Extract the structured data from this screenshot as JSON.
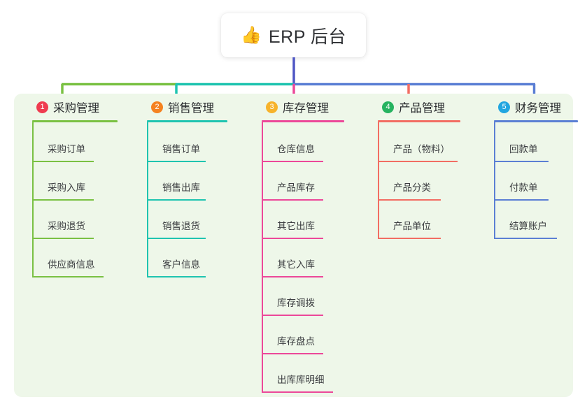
{
  "diagram": {
    "root": {
      "icon": "thumbs-up-icon",
      "emoji": "👍",
      "title": "ERP 后台"
    },
    "panel_color": "#eef7e9",
    "branches": [
      {
        "number": "1",
        "title": "采购管理",
        "badge_color": "#ef3b4f",
        "line_color": "#7ac143",
        "rule_width": 122,
        "items": [
          {
            "label": "采购订单",
            "rule_width": 88
          },
          {
            "label": "采购入库",
            "rule_width": 88
          },
          {
            "label": "采购退货",
            "rule_width": 88
          },
          {
            "label": "供应商信息",
            "rule_width": 102
          }
        ]
      },
      {
        "number": "2",
        "title": "销售管理",
        "badge_color": "#f58220",
        "line_color": "#1fc4b0",
        "rule_width": 115,
        "items": [
          {
            "label": "销售订单",
            "rule_width": 84
          },
          {
            "label": "销售出库",
            "rule_width": 84
          },
          {
            "label": "销售退货",
            "rule_width": 84
          },
          {
            "label": "客户信息",
            "rule_width": 84
          }
        ]
      },
      {
        "number": "3",
        "title": "库存管理",
        "badge_color": "#f7b32b",
        "line_color": "#ec4899",
        "rule_width": 118,
        "items": [
          {
            "label": "仓库信息",
            "rule_width": 88
          },
          {
            "label": "产品库存",
            "rule_width": 88
          },
          {
            "label": "其它出库",
            "rule_width": 88
          },
          {
            "label": "其它入库",
            "rule_width": 88
          },
          {
            "label": "库存调拨",
            "rule_width": 88
          },
          {
            "label": "库存盘点",
            "rule_width": 88
          },
          {
            "label": "出库库明细",
            "rule_width": 102
          }
        ]
      },
      {
        "number": "4",
        "title": "产品管理",
        "badge_color": "#26b360",
        "line_color": "#f26d63",
        "rule_width": 118,
        "items": [
          {
            "label": "产品（物料）",
            "rule_width": 114
          },
          {
            "label": "产品分类",
            "rule_width": 90
          },
          {
            "label": "产品单位",
            "rule_width": 90
          }
        ]
      },
      {
        "number": "5",
        "title": "财务管理",
        "badge_color": "#22a6e0",
        "line_color": "#5b7fd4",
        "rule_width": 120,
        "items": [
          {
            "label": "回款单",
            "rule_width": 78
          },
          {
            "label": "付款单",
            "rule_width": 78
          },
          {
            "label": "结算账户",
            "rule_width": 90
          }
        ]
      }
    ],
    "connector_colors": {
      "stem": "#4f56c4",
      "bus_left": "#7ac143",
      "bus_mid": "#1fc4b0",
      "bus_right": "#5b7fd4"
    }
  }
}
